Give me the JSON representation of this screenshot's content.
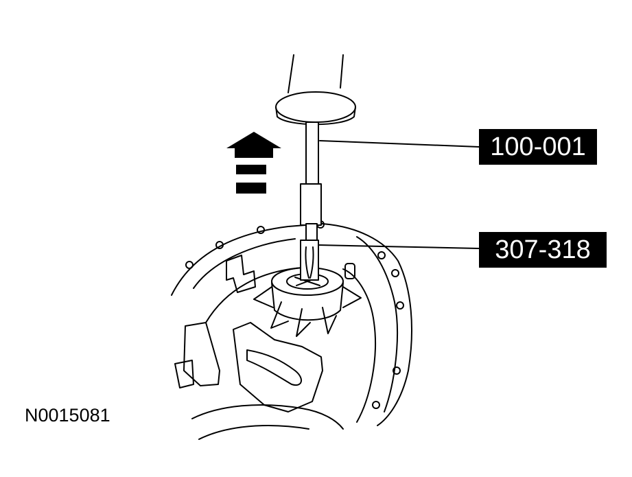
{
  "callouts": [
    {
      "label": "100-001"
    },
    {
      "label": "307-318"
    }
  ],
  "figure_id": "N0015081",
  "arrow": {
    "direction": "up"
  },
  "colors": {
    "ink": "#000000",
    "paper": "#ffffff"
  }
}
